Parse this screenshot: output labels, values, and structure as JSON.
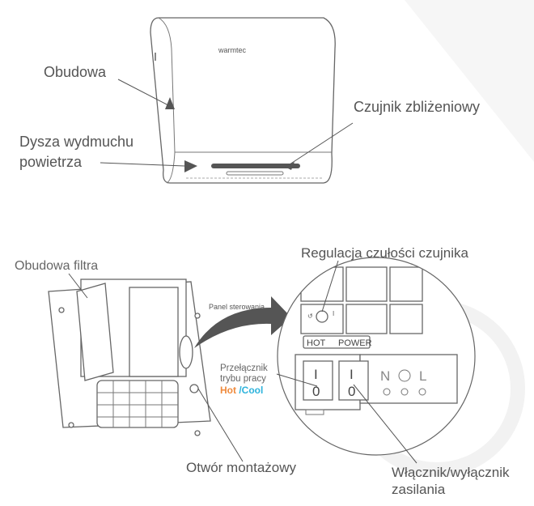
{
  "top": {
    "brand": "warmtec",
    "labels": {
      "housing": "Obudowa",
      "sensor": "Czujnik zbliżeniowy",
      "nozzle_line1": "Dysza wydmuchu",
      "nozzle_line2": "powietrza"
    }
  },
  "bottom": {
    "labels": {
      "filter_housing": "Obudowa filtra",
      "control_panel": "Panel sterowania",
      "sensitivity": "Regulacja czułości czujnika",
      "mode_switch_line1": "Przełącznik",
      "mode_switch_line2": "trybu pracy",
      "hot": "Hot",
      "slash": " /",
      "cool": "Cool",
      "mounting_hole": "Otwór montażowy",
      "power_switch_line1": "Włącznik/wyłącznik",
      "power_switch_line2": "zasilania"
    },
    "panel": {
      "hot_label": "HOT",
      "power_label": "POWER",
      "switch_on": "I",
      "switch_off": "0",
      "terminal_n": "N",
      "terminal_l": "L",
      "dial_min": "I"
    }
  },
  "colors": {
    "hot": "#ef8a3c",
    "cool": "#2db3dc",
    "text": "#555555"
  }
}
